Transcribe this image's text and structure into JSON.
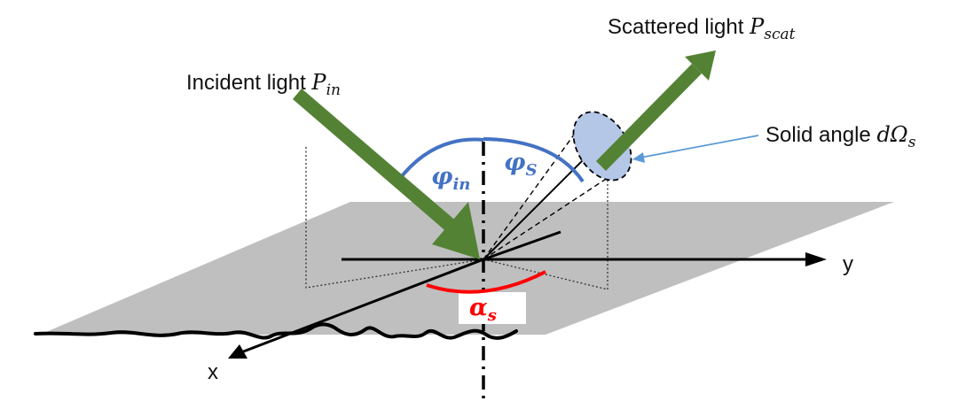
{
  "labels": {
    "incident_prefix": "Incident light ",
    "incident_symbol": "P",
    "incident_sub": "in",
    "scattered_prefix": "Scattered light ",
    "scattered_symbol": "P",
    "scattered_sub": "scat",
    "solid_prefix": "Solid angle ",
    "solid_symbol": "dΩ",
    "solid_sub": "s",
    "phi_in_symbol": "φ",
    "phi_in_sub": "in",
    "phi_s_symbol": "φ",
    "phi_s_sub": "S",
    "alpha_symbol": "α",
    "alpha_sub": "s",
    "axis_y": "y",
    "axis_x": "x"
  },
  "colors": {
    "arrow_green": "#548235",
    "angle_blue": "#4472C4",
    "alpha_red": "#FF0000",
    "plane_gray": "#BFBFBF",
    "cone_fill": "#B4C7E7",
    "pointer_blue": "#5B9BD5",
    "line_black": "#000000"
  }
}
